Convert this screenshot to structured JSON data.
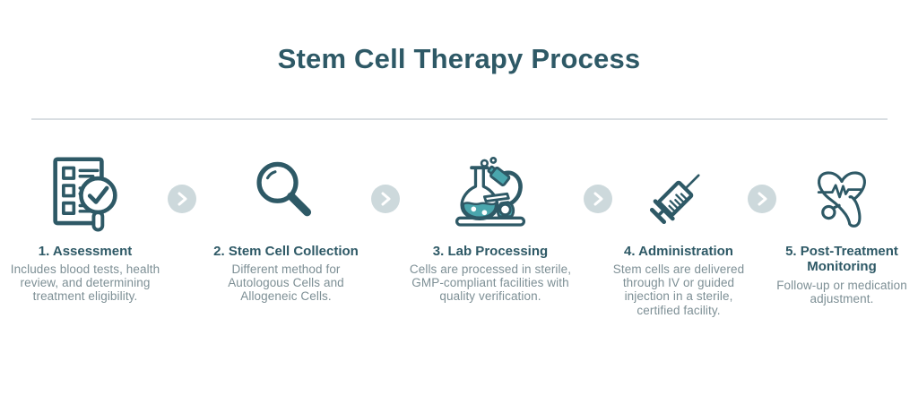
{
  "page": {
    "title": "Stem Cell Therapy Process"
  },
  "colors": {
    "accent_dark_teal": "#2e5966",
    "description_gray": "#7d8f95",
    "arrow_circle_bg": "#cdd9dc",
    "arrow_chevron": "#ffffff",
    "lab_teal_fill": "#4aa6ad",
    "divider_gray": "#d9dee2",
    "background": "#ffffff"
  },
  "steps": [
    {
      "title": "1. Assessment",
      "description": "Includes blood tests, health review, and determining treatment eligibility.",
      "icon": "checklist-magnifier-icon"
    },
    {
      "title": "2. Stem Cell Collection",
      "description": "Different method for Autologous Cells and Allogeneic Cells.",
      "icon": "magnifier-icon"
    },
    {
      "title": "3. Lab Processing",
      "description": "Cells are processed in sterile, GMP-compliant facilities with quality verification.",
      "icon": "lab-flask-microscope-icon"
    },
    {
      "title": "4. Administration",
      "description": "Stem cells are delivered through IV or guided injection in a sterile, certified facility.",
      "icon": "syringe-icon"
    },
    {
      "title": "5. Post-Treatment Monitoring",
      "description": "Follow-up or medication adjustment.",
      "icon": "heart-pulse-stethoscope-icon"
    }
  ],
  "separator": {
    "icon": "chevron-right-icon"
  }
}
